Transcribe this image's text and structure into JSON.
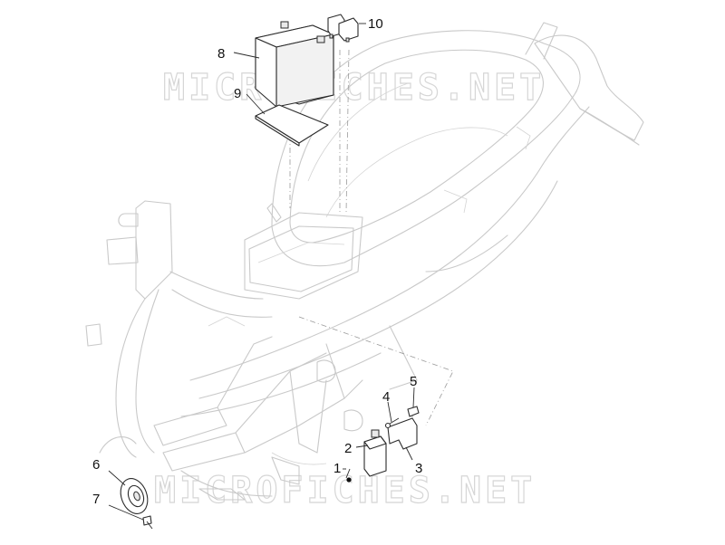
{
  "watermark": {
    "top": "MICROFICHES.NET",
    "bottom": "MICROFICHES.NET"
  },
  "callouts": [
    {
      "id": "1",
      "label": "1"
    },
    {
      "id": "2",
      "label": "2"
    },
    {
      "id": "3",
      "label": "3"
    },
    {
      "id": "4",
      "label": "4"
    },
    {
      "id": "5",
      "label": "5"
    },
    {
      "id": "6",
      "label": "6"
    },
    {
      "id": "7",
      "label": "7"
    },
    {
      "id": "8",
      "label": "8"
    },
    {
      "id": "9",
      "label": "9"
    },
    {
      "id": "10",
      "label": "10"
    }
  ],
  "parts": {
    "battery": "battery-icon",
    "battery_pad": "pad-icon",
    "relays": "relay-icon",
    "starter_relay": "relay-icon",
    "bracket": "bracket-icon",
    "screw": "screw-icon",
    "clip": "clip-icon",
    "horn": "horn-icon",
    "bolt": "bolt-icon"
  }
}
